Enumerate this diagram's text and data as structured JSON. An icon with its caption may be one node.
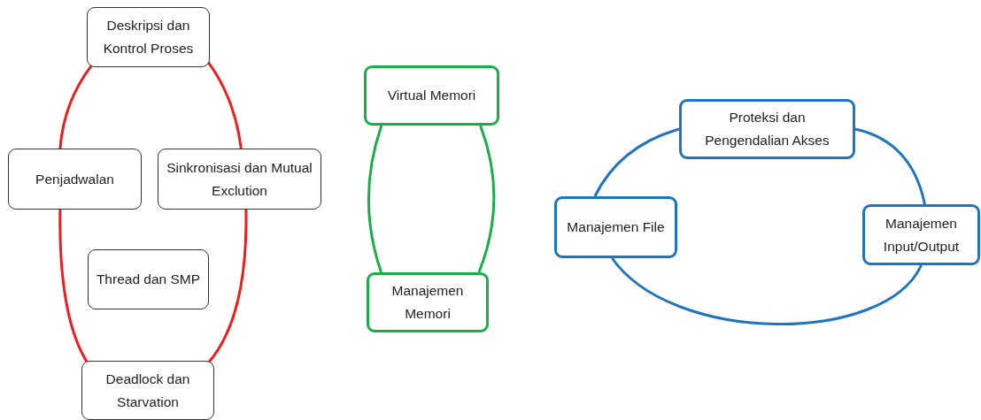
{
  "diagram": {
    "nodes": [
      {
        "text": [
          "Deskripsi dan Kontrol Proses"
        ]
      },
      {
        "text": [
          "Penjadwalan"
        ]
      },
      {
        "text": [
          "Sinkronisasi dan Mutual Exclution"
        ]
      },
      {
        "text": [
          "Thread dan SMP"
        ]
      },
      {
        "text": [
          "Deadlock dan Starvation"
        ]
      },
      {
        "text": [
          "Virtual Memori"
        ]
      },
      {
        "text": [
          "Manajemen Memori"
        ]
      },
      {
        "text": [
          "Proteksi dan Pengendalian Akses"
        ]
      },
      {
        "text": [
          "Manajemen File"
        ]
      },
      {
        "text": [
          "Manajemen Input/Output"
        ]
      }
    ],
    "edges": [
      {
        "from": 0,
        "to": 1,
        "arrow": "none"
      },
      {
        "from": 0,
        "to": 2,
        "arrow": "none"
      },
      {
        "from": 1,
        "to": 4,
        "arrow": "none"
      },
      {
        "from": 2,
        "to": 4,
        "arrow": "none"
      },
      {
        "from": 5,
        "to": 6,
        "arrow": "none",
        "color": "#1aae4b"
      },
      {
        "from": 5,
        "to": 6,
        "arrow": "none",
        "color": "#1aae4b"
      },
      {
        "from": 7,
        "to": 8,
        "arrow": "none",
        "color": "#1f74c0"
      },
      {
        "from": 7,
        "to": 9,
        "arrow": "none",
        "color": "#1f74c0"
      },
      {
        "from": 8,
        "to": 9,
        "arrow": "none",
        "color": "#1f74c0"
      }
    ]
  }
}
